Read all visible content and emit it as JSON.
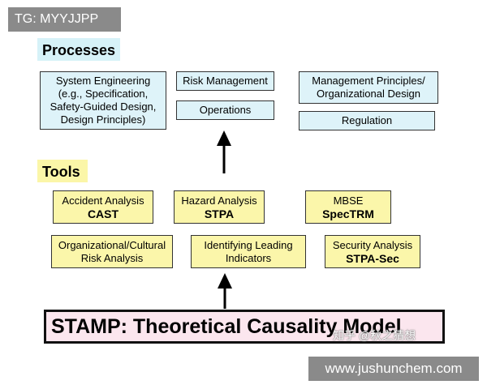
{
  "tag": "TG: MYYJJPP",
  "sections": {
    "processes": "Processes",
    "tools": "Tools"
  },
  "processes": {
    "system_engineering": [
      "System Engineering",
      "(e.g., Specification,",
      "Safety-Guided Design,",
      "Design Principles)"
    ],
    "risk_management": "Risk Management",
    "operations": "Operations",
    "management_principles": [
      "Management Principles/",
      "Organizational Design"
    ],
    "regulation": "Regulation"
  },
  "tools": {
    "accident_analysis": {
      "line1": "Accident Analysis",
      "line2": "CAST"
    },
    "hazard_analysis": {
      "line1": "Hazard Analysis",
      "line2": "STPA"
    },
    "mbse": {
      "line1": "MBSE",
      "line2": "SpecTRM"
    },
    "org_cultural": [
      "Organizational/Cultural",
      "Risk Analysis"
    ],
    "leading_indicators": [
      "Identifying Leading",
      "Indicators"
    ],
    "security_analysis": {
      "line1": "Security Analysis",
      "line2": "STPA-Sec"
    }
  },
  "model_title": "STAMP: Theoretical Causality Model",
  "watermark": "知乎 @秋之猜想",
  "url": "www.jushunchem.com",
  "colors": {
    "process_fill": "#def3f9",
    "tool_fill": "#fbf6aa",
    "model_fill": "#fbe6ee",
    "badge": "#8a8a8a"
  }
}
